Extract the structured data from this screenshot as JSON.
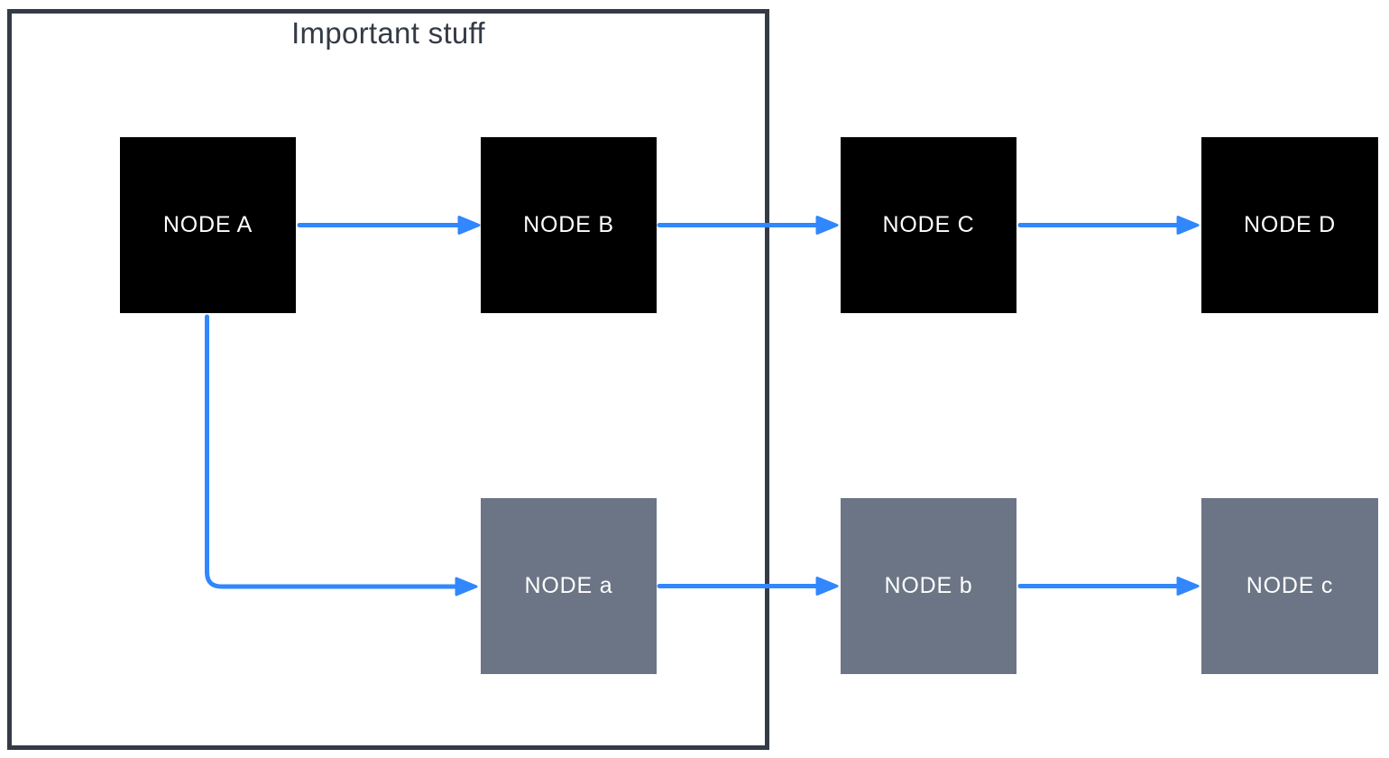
{
  "group": {
    "label": "Important stuff"
  },
  "nodes": [
    {
      "id": "A",
      "label": "NODE A",
      "variant": "black",
      "in_group": true
    },
    {
      "id": "B",
      "label": "NODE B",
      "variant": "black",
      "in_group": true
    },
    {
      "id": "C",
      "label": "NODE C",
      "variant": "black",
      "in_group": false
    },
    {
      "id": "D",
      "label": "NODE D",
      "variant": "black",
      "in_group": false
    },
    {
      "id": "a",
      "label": "NODE a",
      "variant": "gray",
      "in_group": true
    },
    {
      "id": "b",
      "label": "NODE b",
      "variant": "gray",
      "in_group": false
    },
    {
      "id": "c",
      "label": "NODE c",
      "variant": "gray",
      "in_group": false
    }
  ],
  "edges": [
    {
      "from": "A",
      "to": "B",
      "shape": "straight"
    },
    {
      "from": "B",
      "to": "C",
      "shape": "straight"
    },
    {
      "from": "C",
      "to": "D",
      "shape": "straight"
    },
    {
      "from": "A",
      "to": "a",
      "shape": "elbow-down-right"
    },
    {
      "from": "a",
      "to": "b",
      "shape": "straight"
    },
    {
      "from": "b",
      "to": "c",
      "shape": "straight"
    }
  ],
  "colors": {
    "background": "#ffffff",
    "node_black": "#000000",
    "node_gray": "#6b7585",
    "arrow": "#3187fd",
    "group_border": "#343b46",
    "title_text": "#343b46",
    "node_text": "#ffffff"
  }
}
